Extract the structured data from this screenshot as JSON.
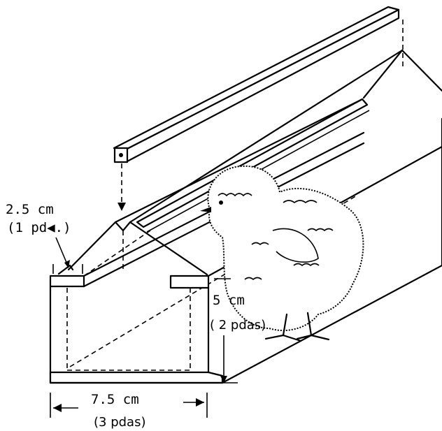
{
  "labels": {
    "top_width_cm": "2.5 cm",
    "top_width_in": "(1 pd◀.)",
    "height_cm": "5 cm",
    "height_in": "( 2 pdas)",
    "base_width_cm": "7.5 cm",
    "base_width_in": "(3 pdas)"
  }
}
